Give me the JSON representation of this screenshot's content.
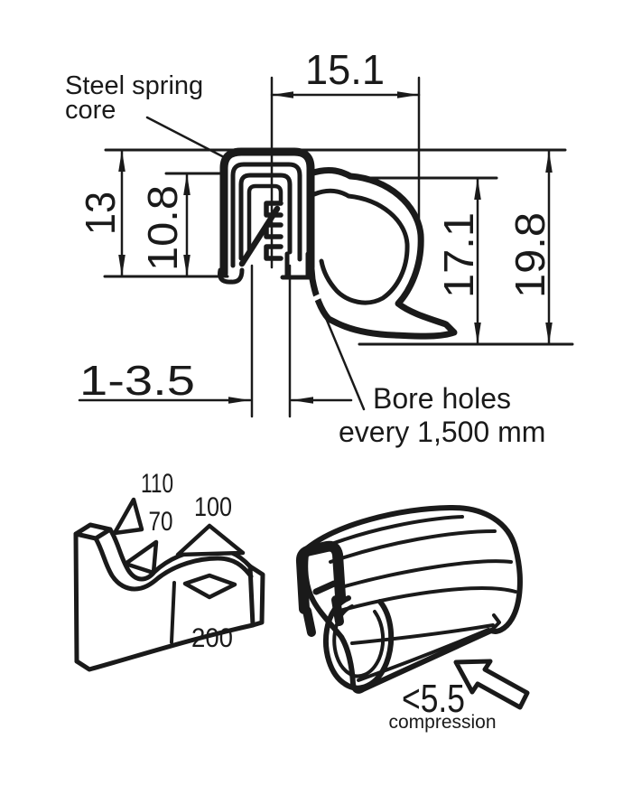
{
  "drawing": {
    "labels": {
      "steel_core_line1": "Steel spring",
      "steel_core_line2": "core",
      "bore_line1": "Bore holes",
      "bore_line2": "every 1,500 mm",
      "compression": "compression"
    },
    "dimensions": {
      "top_width": "15.1",
      "outer_height": "13",
      "inner_height": "10.8",
      "bulb_height": "17.1",
      "total_height": "19.8",
      "grip_range": "1-3.5",
      "compression_value": "<5.5"
    },
    "bend_radii": {
      "r110": "110",
      "r70": "70",
      "r100": "100",
      "r200": "200"
    },
    "colors": {
      "line": "#1a1a1a",
      "background": "#ffffff"
    }
  }
}
